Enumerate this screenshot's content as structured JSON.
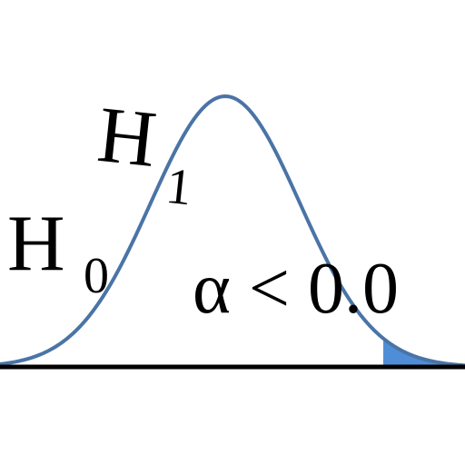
{
  "labels": {
    "h1": {
      "main": "H",
      "sub": "1"
    },
    "h0": {
      "main": "H",
      "sub": "0"
    },
    "alpha_expr": "α < 0.0"
  },
  "colors": {
    "curve": "#4a74a6",
    "tail_fill": "#4f8ed6",
    "baseline": "#000000",
    "text": "#000000",
    "background": "#ffffff"
  }
}
